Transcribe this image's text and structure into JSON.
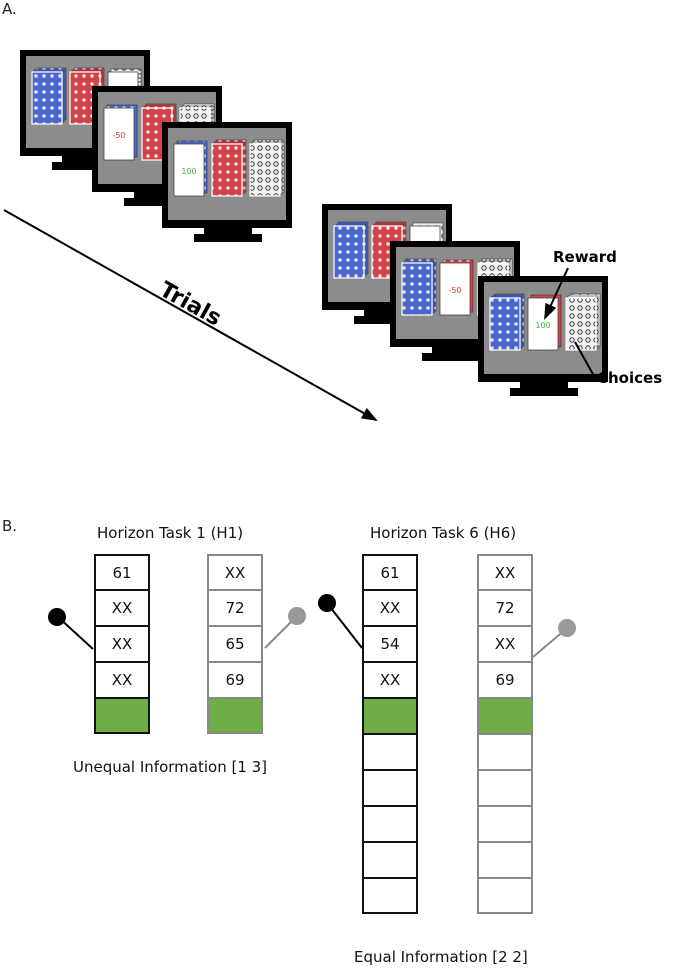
{
  "panelA": {
    "label": "A.",
    "axis_label": "Trials",
    "callout_reward": "Reward",
    "callout_choices": "Choices",
    "monitors": [
      {
        "card_text": "100",
        "card_color": "#3fb83f",
        "slot": 2
      },
      {
        "card_text": "-50",
        "card_color": "#d43c3c",
        "slot": 0
      },
      {
        "card_text": "100",
        "card_color": "#3fb83f",
        "slot": 0
      },
      {
        "card_text": "-50",
        "card_color": "#d43c3c",
        "slot": 2
      },
      {
        "card_text": "-50",
        "card_color": "#d43c3c",
        "slot": 1
      },
      {
        "card_text": "100",
        "card_color": "#3fb83f",
        "slot": 1
      }
    ],
    "colors": {
      "blue_deck": "#4b67c9",
      "red_deck": "#d0434a",
      "gray_deck": "#555555",
      "screen": "#8c8c8c"
    }
  },
  "panelB": {
    "label": "B.",
    "h1": {
      "title": "Horizon Task 1 (H1)",
      "left_column": [
        "61",
        "XX",
        "XX",
        "XX"
      ],
      "right_column": [
        "XX",
        "72",
        "65",
        "69"
      ],
      "caption": "Unequal Information [1 3]"
    },
    "h6": {
      "title": "Horizon Task 6 (H6)",
      "left_column": [
        "61",
        "XX",
        "54",
        "XX"
      ],
      "right_column": [
        "XX",
        "72",
        "XX",
        "69"
      ],
      "caption": "Equal Information [2 2]"
    },
    "colors": {
      "choice_fill": "#6fae46",
      "left_border": "#111111",
      "right_border": "#888888"
    }
  }
}
